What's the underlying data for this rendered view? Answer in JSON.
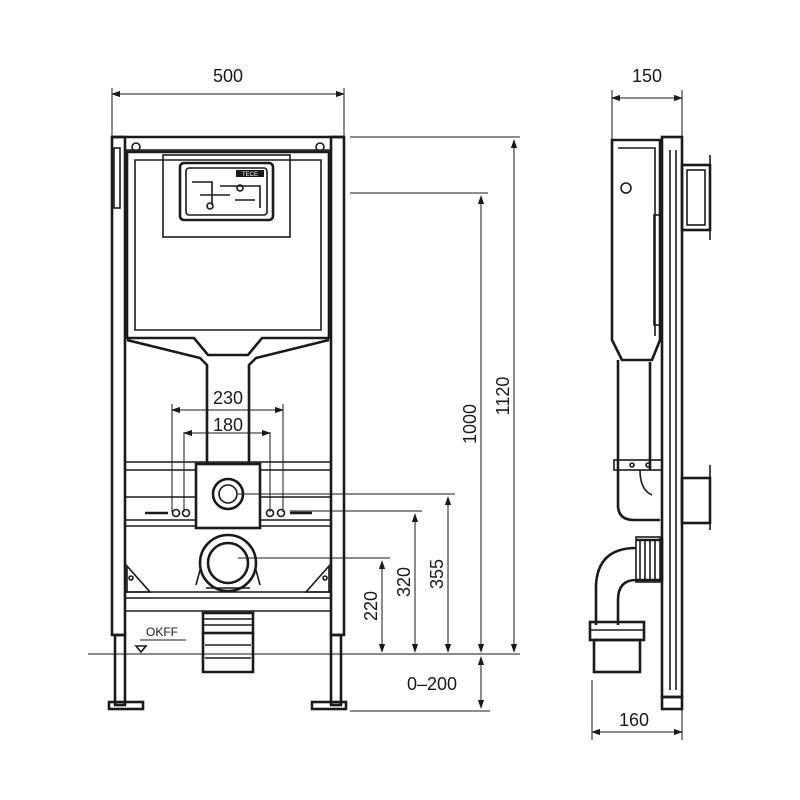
{
  "dimensions": {
    "width_front": "500",
    "width_side": "150",
    "height_total": "1120",
    "height_frame": "1000",
    "spacing_outer": "230",
    "spacing_inner": "180",
    "height_drain": "220",
    "height_inlet": "320",
    "height_rod": "355",
    "adjust_range": "0–200",
    "depth_bottom": "160"
  },
  "labels": {
    "floor_reference": "OKFF"
  },
  "badge": {
    "brand_mark": "TECE"
  }
}
